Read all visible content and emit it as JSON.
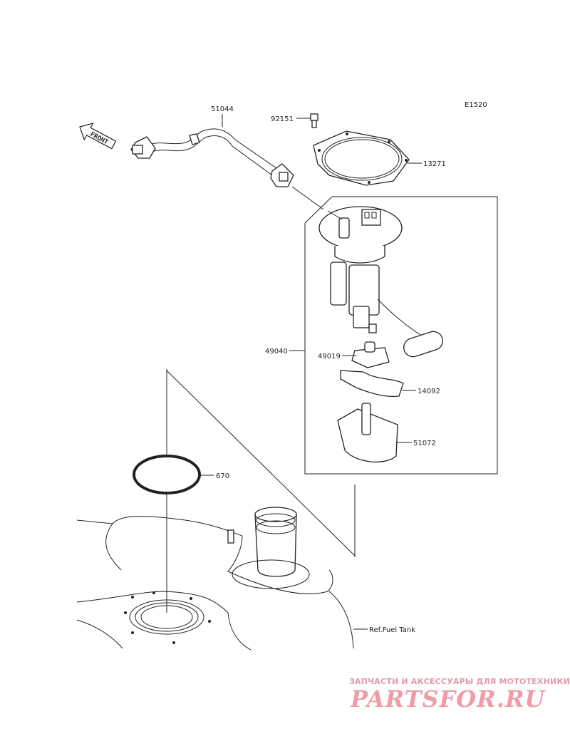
{
  "diagram": {
    "code": "E1520",
    "front_marker": "FRONT",
    "parts": [
      {
        "id": "p51044",
        "number": "51044"
      },
      {
        "id": "p92151",
        "number": "92151"
      },
      {
        "id": "p13271",
        "number": "13271"
      },
      {
        "id": "p49040",
        "number": "49040"
      },
      {
        "id": "p49019",
        "number": "49019"
      },
      {
        "id": "p14092",
        "number": "14092"
      },
      {
        "id": "p51072",
        "number": "51072"
      },
      {
        "id": "p670",
        "number": "670"
      }
    ],
    "reference": "Ref.Fuel Tank"
  },
  "watermark": {
    "tagline": "ЗАПЧАСТИ И АКСЕССУАРЫ ДЛЯ МОТОТЕХНИКИ",
    "logo": "PARTSFOR.RU"
  }
}
